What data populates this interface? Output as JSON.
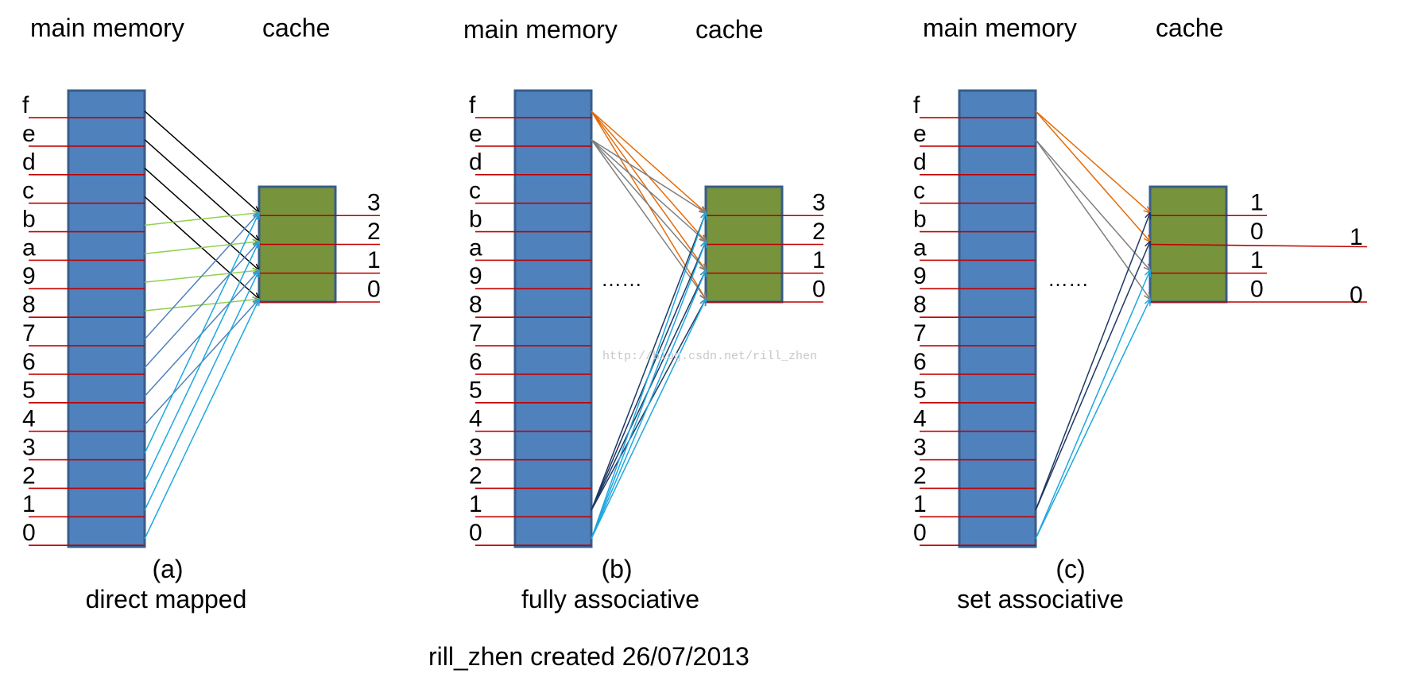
{
  "colors": {
    "memory_fill": "#4f81bd",
    "memory_stroke": "#385d8a",
    "cache_fill": "#77933c",
    "cache_stroke": "#385d8a",
    "divider": "#c00000",
    "black": "#000000",
    "light_green": "#92d050",
    "steel_blue": "#4f81bd",
    "sky_blue": "#1fa7e0",
    "navy": "#1f3864",
    "orange": "#e46c0a",
    "gray": "#7f7f7f"
  },
  "memory_labels": [
    "f",
    "e",
    "d",
    "c",
    "b",
    "a",
    "9",
    "8",
    "7",
    "6",
    "5",
    "4",
    "3",
    "2",
    "1",
    "0"
  ],
  "cache_line_labels": [
    "3",
    "2",
    "1",
    "0"
  ],
  "panels": [
    {
      "id": "a",
      "header_memory": "main memory",
      "header_cache": "cache",
      "caption_letter": "(a)",
      "caption_name": "direct mapped",
      "cache_labels": [
        "3",
        "2",
        "1",
        "0"
      ],
      "ellipsis": "",
      "mappings": [
        {
          "from": "f",
          "to": "3",
          "color": "black"
        },
        {
          "from": "e",
          "to": "2",
          "color": "black"
        },
        {
          "from": "d",
          "to": "1",
          "color": "black"
        },
        {
          "from": "c",
          "to": "0",
          "color": "black"
        },
        {
          "from": "b",
          "to": "3",
          "color": "light_green"
        },
        {
          "from": "a",
          "to": "2",
          "color": "light_green"
        },
        {
          "from": "9",
          "to": "1",
          "color": "light_green"
        },
        {
          "from": "8",
          "to": "0",
          "color": "light_green"
        },
        {
          "from": "7",
          "to": "3",
          "color": "steel_blue"
        },
        {
          "from": "6",
          "to": "2",
          "color": "steel_blue"
        },
        {
          "from": "5",
          "to": "1",
          "color": "steel_blue"
        },
        {
          "from": "4",
          "to": "0",
          "color": "steel_blue"
        },
        {
          "from": "3",
          "to": "3",
          "color": "sky_blue"
        },
        {
          "from": "2",
          "to": "2",
          "color": "sky_blue"
        },
        {
          "from": "1",
          "to": "1",
          "color": "sky_blue"
        },
        {
          "from": "0",
          "to": "0",
          "color": "sky_blue"
        }
      ]
    },
    {
      "id": "b",
      "header_memory": "main memory",
      "header_cache": "cache",
      "caption_letter": "(b)",
      "caption_name": "fully associative",
      "cache_labels": [
        "3",
        "2",
        "1",
        "0"
      ],
      "ellipsis": "……",
      "mappings": [
        {
          "from": "f",
          "to": "3",
          "color": "orange"
        },
        {
          "from": "f",
          "to": "2",
          "color": "orange"
        },
        {
          "from": "f",
          "to": "1",
          "color": "orange"
        },
        {
          "from": "f",
          "to": "0",
          "color": "orange"
        },
        {
          "from": "e",
          "to": "3",
          "color": "gray"
        },
        {
          "from": "e",
          "to": "2",
          "color": "gray"
        },
        {
          "from": "e",
          "to": "1",
          "color": "gray"
        },
        {
          "from": "e",
          "to": "0",
          "color": "gray"
        },
        {
          "from": "1",
          "to": "3",
          "color": "navy"
        },
        {
          "from": "1",
          "to": "2",
          "color": "navy"
        },
        {
          "from": "1",
          "to": "1",
          "color": "navy"
        },
        {
          "from": "1",
          "to": "0",
          "color": "navy"
        },
        {
          "from": "0",
          "to": "3",
          "color": "sky_blue"
        },
        {
          "from": "0",
          "to": "2",
          "color": "sky_blue"
        },
        {
          "from": "0",
          "to": "1",
          "color": "sky_blue"
        },
        {
          "from": "0",
          "to": "0",
          "color": "sky_blue"
        }
      ]
    },
    {
      "id": "c",
      "header_memory": "main memory",
      "header_cache": "cache",
      "caption_letter": "(c)",
      "caption_name": "set associative",
      "cache_labels": [
        "1",
        "0",
        "1",
        "0"
      ],
      "set_labels": [
        "1",
        "0"
      ],
      "ellipsis": "……",
      "mappings": [
        {
          "from": "f",
          "to": "3",
          "color": "orange"
        },
        {
          "from": "f",
          "to": "2",
          "color": "orange"
        },
        {
          "from": "e",
          "to": "1",
          "color": "gray"
        },
        {
          "from": "e",
          "to": "0",
          "color": "gray"
        },
        {
          "from": "1",
          "to": "3",
          "color": "navy"
        },
        {
          "from": "1",
          "to": "2",
          "color": "navy"
        },
        {
          "from": "0",
          "to": "1",
          "color": "sky_blue"
        },
        {
          "from": "0",
          "to": "0",
          "color": "sky_blue"
        }
      ]
    }
  ],
  "watermark": "http://blog.csdn.net/rill_zhen",
  "footer": "rill_zhen created 26/07/2013"
}
